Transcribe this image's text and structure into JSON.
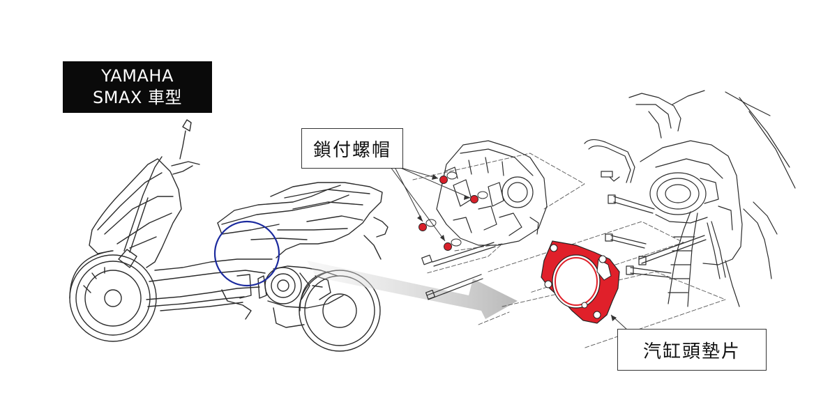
{
  "title": {
    "line1": "YAMAHA",
    "line2": "SMAX 車型"
  },
  "callouts": {
    "nut": "鎖付螺帽",
    "gasket": "汽缸頭墊片"
  },
  "colors": {
    "line_art": "#2b2b2b",
    "highlight_circle": "#1b2a9e",
    "gasket": "#e0202a",
    "nut": "#d8202a",
    "arrow": "#bdbdbd",
    "badge_bg": "#0a0a0a"
  },
  "icons": {
    "arrow": "pointing-arrow",
    "circle": "engine-highlight-circle"
  }
}
